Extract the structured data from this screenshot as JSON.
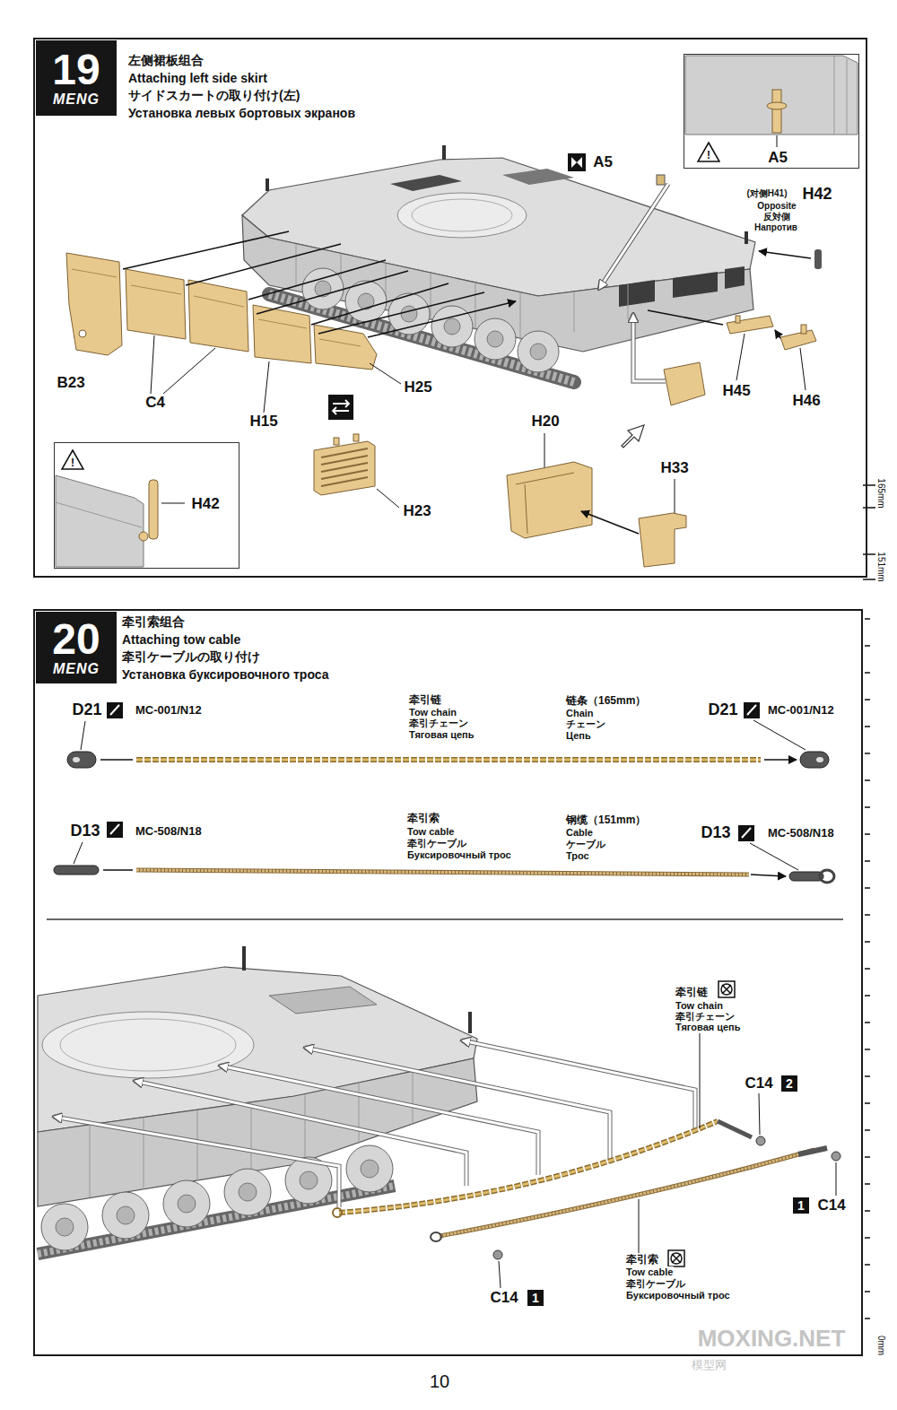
{
  "diagram": {
    "nodes": [
      {
        "text": [
          "左侧裙板组合",
          "Attaching left side skirt",
          "サイドスカートの取り付け(左)",
          "Установка левых бортовых экранов"
        ]
      },
      {
        "text": [
          "19",
          "MENG"
        ],
        "in": 0
      },
      {
        "text": [
          "A5"
        ],
        "in": 0
      },
      {
        "text": [
          "!"
        ],
        "in": 2
      },
      {
        "text": [
          "H42"
        ],
        "in": 0
      },
      {
        "text": [
          "!"
        ],
        "in": 4
      },
      {
        "text": [
          "牵引索组合",
          "Attaching tow cable",
          "牵引ケーブルの取り付け",
          "Установка буксировочного троса"
        ]
      },
      {
        "text": [
          "20",
          "MENG"
        ],
        "in": 6
      },
      {
        "text": [
          "2"
        ],
        "in": 6
      },
      {
        "text": [
          "1"
        ],
        "in": 6
      },
      {
        "text": [
          "1"
        ],
        "in": 6
      }
    ],
    "labels": [
      "A5",
      "(对侧H41)",
      "H42",
      "Opposite",
      "反対側",
      "Напротив",
      "B23",
      "C4",
      "H15",
      "H25",
      "H45",
      "H46",
      "H20",
      "H23",
      "H33",
      "165mm",
      "151mm",
      "D21",
      "MC-001/N12",
      "牵引链",
      "Tow chain",
      "牵引チェーン",
      "Тяговая цепь",
      "链条（165mm）",
      "Chain",
      "チェーン",
      "Цепь",
      "D21",
      "MC-001/N12",
      "D13",
      "MC-508/N18",
      "牵引索",
      "Tow cable",
      "牵引ケーブル",
      "Буксировочный трос",
      "钢缆（151mm）",
      "Cable",
      "ケーブル",
      "Трос",
      "D13",
      "MC-508/N18",
      "牵引链",
      "Tow chain",
      "牵引チェーン",
      "Тяговая цепь",
      "C14",
      "C14",
      "C14",
      "牵引索",
      "Tow cable",
      "牵引ケーブル",
      "Буксировочный трос",
      "MOXING.NET",
      "模型网",
      "0mm",
      "10"
    ]
  }
}
